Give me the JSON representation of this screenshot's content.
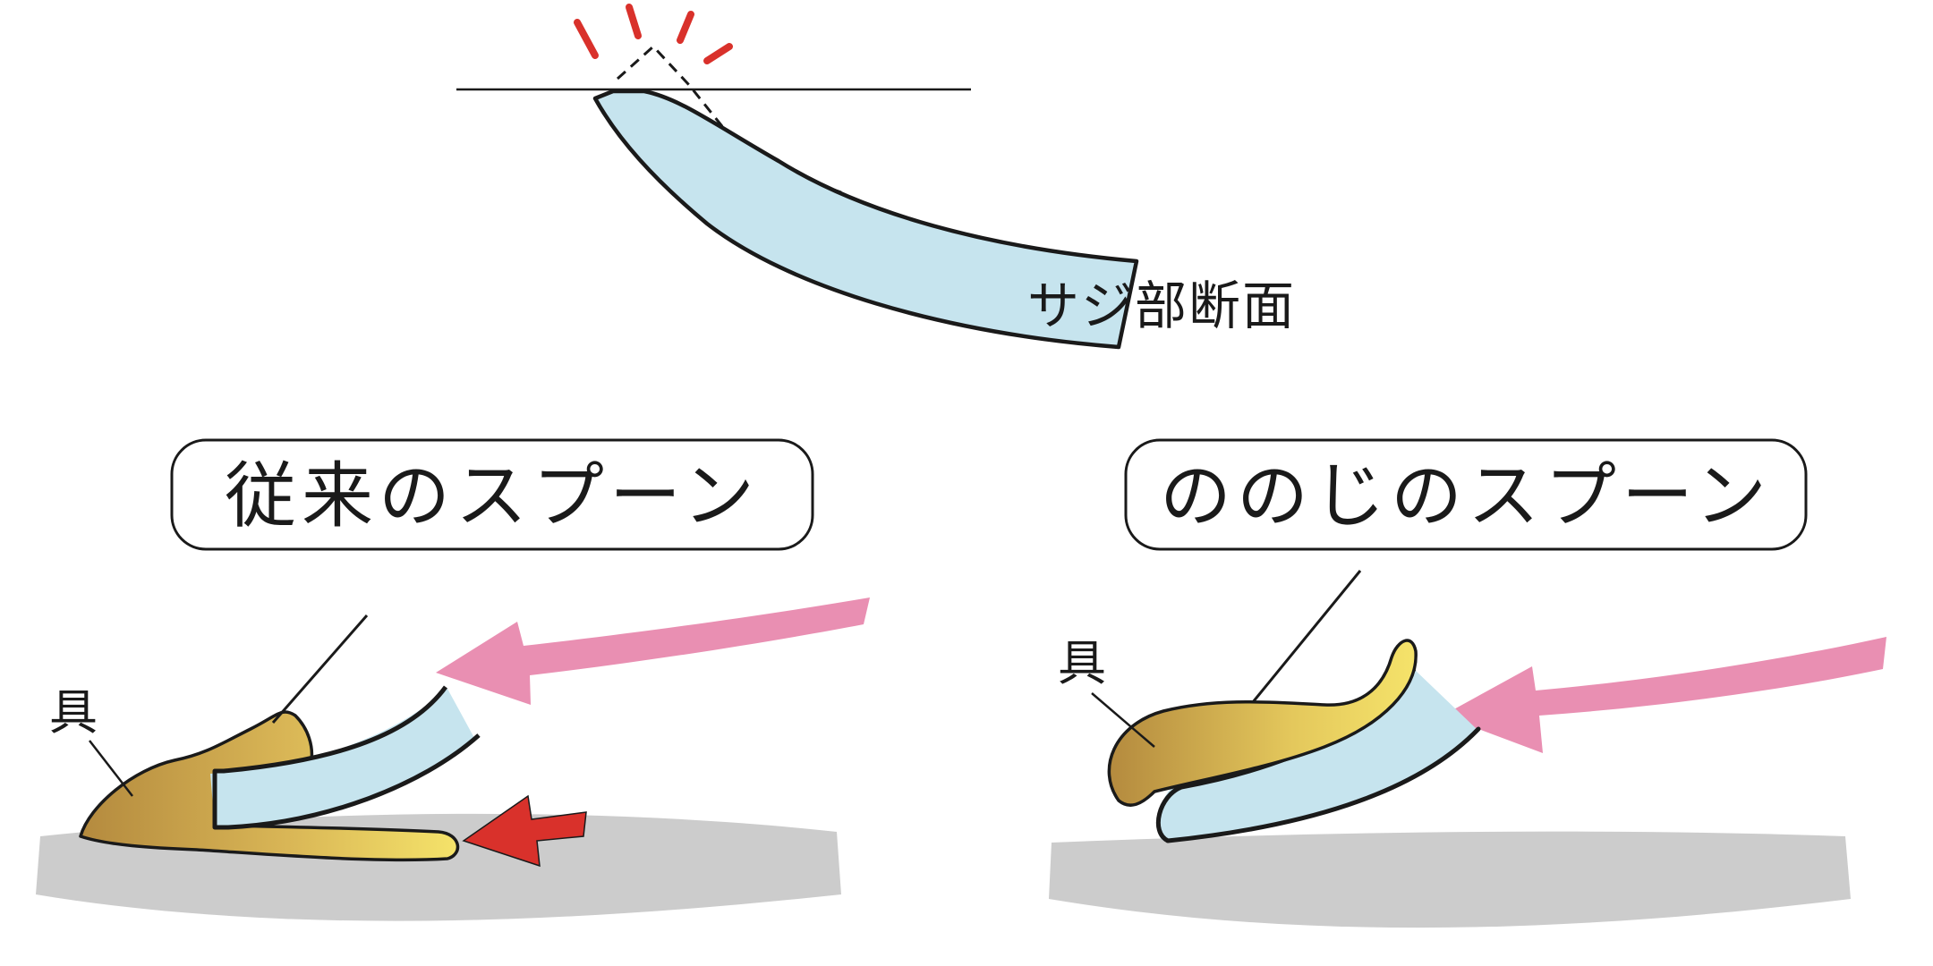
{
  "section_caption": "サジ部断面",
  "panel_left": {
    "title": "従来のスプーン",
    "food_label": "具"
  },
  "panel_right": {
    "title": "ののじのスプーン",
    "food_label": "具"
  },
  "colors": {
    "spoon_blue": "#c6e4ee",
    "food_dark": "#b8903f",
    "food_light": "#f5e36a",
    "pink_arrow": "#e98fb2",
    "red_arrow": "#d9312b",
    "plate_gray": "#cccccc",
    "ink": "#1a1a1a"
  }
}
